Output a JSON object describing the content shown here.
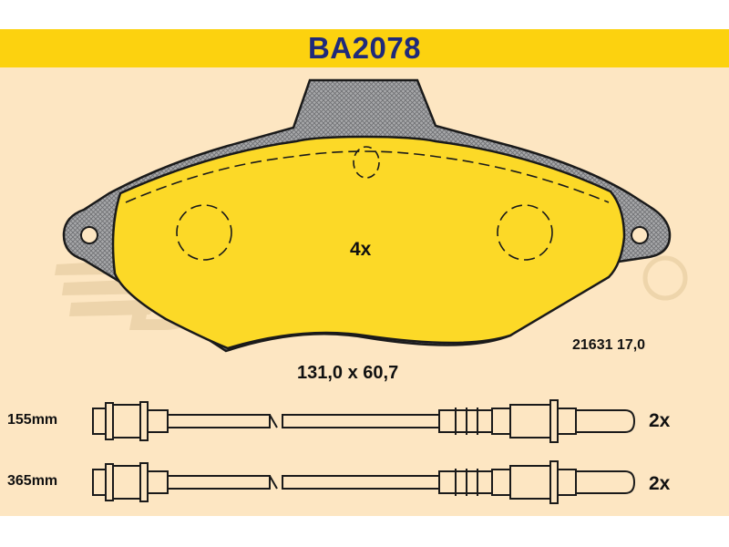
{
  "header": {
    "part_number": "BA2078"
  },
  "watermark": {
    "icon": "brand-logo-watermark"
  },
  "pad": {
    "quantity_label": "4x"
  },
  "dimensions": {
    "label": "131,0 x 60,7"
  },
  "reference": {
    "code": "21631 17,0"
  },
  "wires": [
    {
      "length_label": "155mm",
      "quantity_label": "2x"
    },
    {
      "length_label": "365mm",
      "quantity_label": "2x"
    }
  ],
  "colors": {
    "header_yellow": "#fcd20f",
    "background_cream": "#fde6c2",
    "pad_yellow": "#fcd927",
    "backplate_gray": "#a7a8aa",
    "title_blue": "#1f2a7a"
  }
}
